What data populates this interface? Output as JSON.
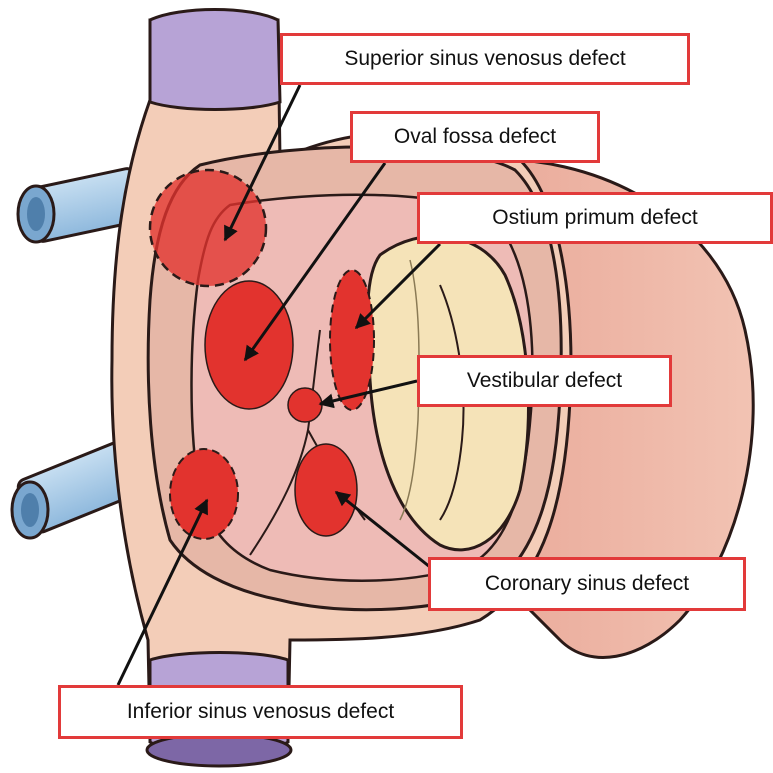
{
  "labels": {
    "superior_sinus_venosus": "Superior sinus venosus defect",
    "oval_fossa": "Oval fossa defect",
    "ostium_primum": "Ostium primum defect",
    "vestibular": "Vestibular defect",
    "coronary_sinus": "Coronary sinus defect",
    "inferior_sinus_venosus": "Inferior sinus venosus defect"
  },
  "colors": {
    "defect_red": "#e2332e",
    "label_border": "#e23a3a",
    "heart_muscle": "#e8a898",
    "atrial_wall": "#f3cdb8",
    "septum_floor": "#eebbb6",
    "vena_cava_cap": "#b7a3d6",
    "pulmonary_vein": "#a9cbe6",
    "tricuspid_valve": "#f5e3b8"
  }
}
